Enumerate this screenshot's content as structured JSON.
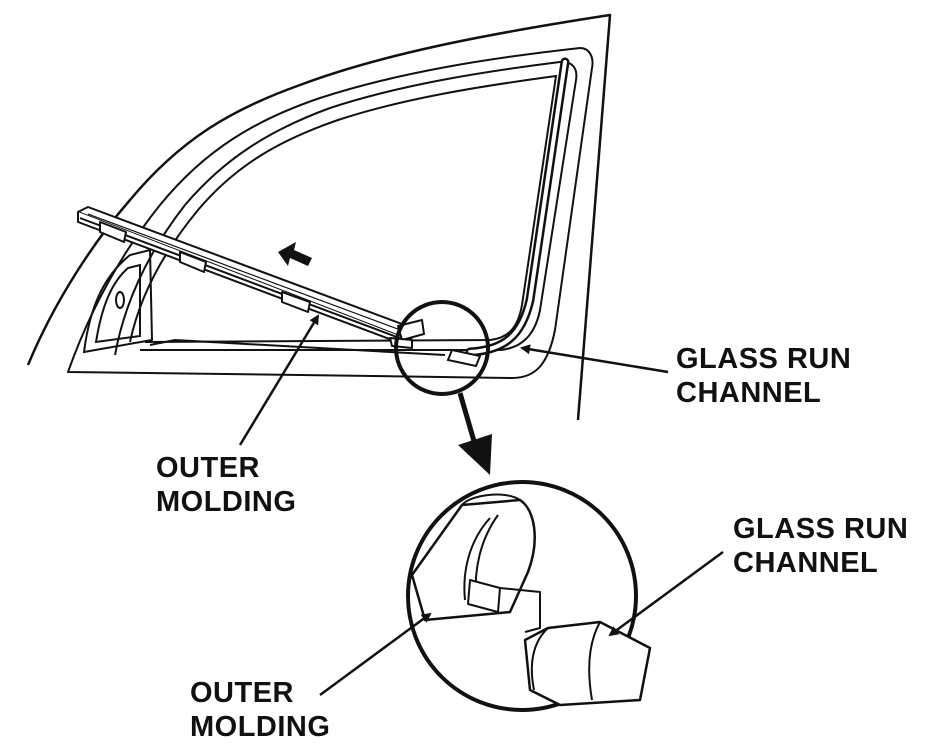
{
  "labels": {
    "glass_run_channel_main": {
      "line1": "GLASS RUN",
      "line2": "CHANNEL"
    },
    "outer_molding_main": {
      "line1": "OUTER",
      "line2": "MOLDING"
    },
    "glass_run_channel_detail": {
      "line1": "GLASS RUN",
      "line2": "CHANNEL"
    },
    "outer_molding_detail": {
      "line1": "OUTER",
      "line2": "MOLDING"
    }
  },
  "colors": {
    "line": "#111111",
    "background": "#ffffff"
  }
}
